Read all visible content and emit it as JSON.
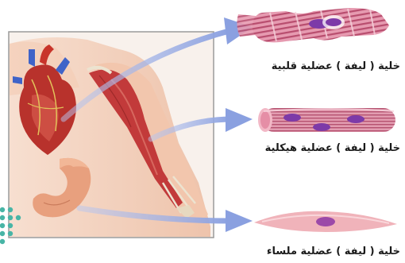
{
  "labels": {
    "cardiac": "خلية ( ليفة ) عضلية قلبية",
    "skeletal": "خلية ( ليفة ) عضلية هيكلية",
    "smooth": "خلية ( ليفة ) عضلية ملساء"
  },
  "colors": {
    "panel_border": "#9a9a9a",
    "skin": "#f4d2bf",
    "muscle_red": "#c23a3a",
    "heart_red": "#b8322c",
    "heart_blue": "#3f63c8",
    "stomach": "#e8a07e",
    "fiber_pink": "#e8a3b3",
    "fiber_stripe": "#c25a78",
    "nucleus_purple": "#7d3aa8",
    "smooth_cell": "#f0b3ba",
    "arrow_blue": "#9fb0e3",
    "dots_teal": "#48b5a6"
  }
}
